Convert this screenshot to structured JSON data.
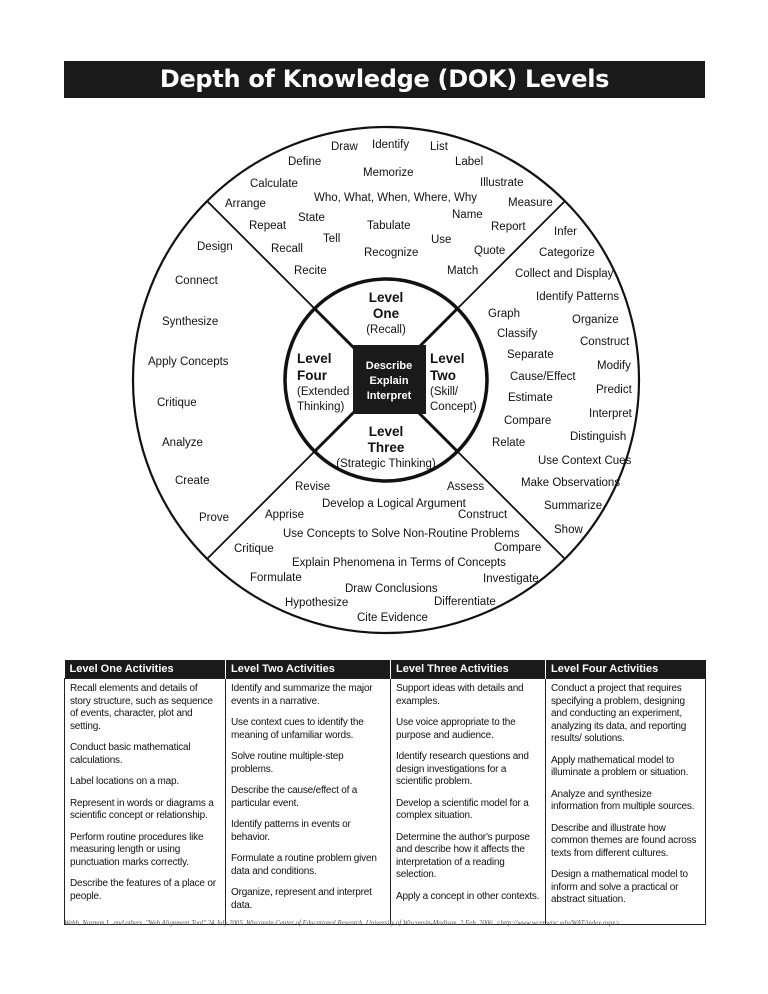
{
  "title": "Depth of Knowledge (DOK) Levels",
  "wheel": {
    "center": [
      "Describe",
      "Explain",
      "Interpret"
    ],
    "levels": {
      "one": {
        "line1": "Level",
        "line2": "One",
        "sub": [
          "(Recall)"
        ]
      },
      "two": {
        "line1": "Level",
        "line2": "Two",
        "sub": [
          "(Skill/",
          "Concept)"
        ]
      },
      "three": {
        "line1": "Level",
        "line2": "Three",
        "sub": [
          "(Strategic Thinking)"
        ]
      },
      "four": {
        "line1": "Level",
        "line2": "Four",
        "sub": [
          "(Extended",
          "Thinking)"
        ]
      }
    },
    "level_one_words": [
      "Draw",
      "Identify",
      "List",
      "Define",
      "Memorize",
      "Label",
      "Calculate",
      "Illustrate",
      "Arrange",
      "Who, What, When, Where, Why",
      "Measure",
      "Name",
      "State",
      "Repeat",
      "Tabulate",
      "Report",
      "Tell",
      "Use",
      "Recall",
      "Recognize",
      "Quote",
      "Recite",
      "Match"
    ],
    "level_two_words": [
      "Infer",
      "Categorize",
      "Collect and Display",
      "Identify Patterns",
      "Graph",
      "Organize",
      "Classify",
      "Construct",
      "Separate",
      "Modify",
      "Cause/Effect",
      "Predict",
      "Estimate",
      "Interpret",
      "Compare",
      "Distinguish",
      "Relate",
      "Use Context Cues",
      "Make Observations",
      "Summarize",
      "Show"
    ],
    "level_three_words": [
      "Revise",
      "Assess",
      "Develop a Logical Argument",
      "Apprise",
      "Construct",
      "Use Concepts to Solve Non-Routine Problems",
      "Critique",
      "Compare",
      "Explain Phenomena in Terms of Concepts",
      "Formulate",
      "Investigate",
      "Draw Conclusions",
      "Hypothesize",
      "Differentiate",
      "Cite Evidence"
    ],
    "level_four_words": [
      "Design",
      "Connect",
      "Synthesize",
      "Apply Concepts",
      "Critique",
      "Analyze",
      "Create",
      "Prove"
    ]
  },
  "activities": {
    "headers": [
      "Level One Activities",
      "Level Two Activities",
      "Level Three Activities",
      "Level Four Activities"
    ],
    "columns": [
      [
        "Recall elements and details of story structure, such as sequence of events, character, plot and setting.",
        "Conduct basic mathematical calculations.",
        "Label locations on a map.",
        "Represent in words or diagrams a scientific concept or relationship.",
        "Perform routine procedures like measuring length or using punctuation marks correctly.",
        "Describe the features of a place or people."
      ],
      [
        "Identify and summarize the major events in a narrative.",
        "Use context cues to identify the meaning of unfamiliar words.",
        "Solve routine multiple-step problems.",
        "Describe the cause/effect of a particular event.",
        "Identify patterns in events or behavior.",
        "Formulate a routine problem given data and conditions.",
        "Organize, represent and interpret data."
      ],
      [
        "Support ideas with details and examples.",
        "Use voice appropriate to the purpose and audience.",
        "Identify research questions and design investigations for a scientific problem.",
        "Develop a scientific model for a complex situation.",
        "Determine the author's purpose and describe how it affects the interpretation of a reading selection.",
        "Apply a concept in other contexts."
      ],
      [
        "Conduct a project that requires specifying a problem, designing and conducting an experiment, analyzing its data, and reporting results/ solutions.",
        "Apply mathematical model to illuminate a problem or situation.",
        "Analyze and synthesize information from multiple sources.",
        "Describe and illustrate how common themes are found across texts from different cultures.",
        "Design a mathematical model to inform and solve a practical or abstract situation."
      ]
    ]
  },
  "footer": "Webb, Norman L. and others. \"Web Alignment Tool\" 24 July 2005. Wisconsin Center of Educational Research. University of Wisconsin-Madison. 2 Feb. 2006. <http://www.wcer.wisc.edu/WAT/index.aspx>"
}
